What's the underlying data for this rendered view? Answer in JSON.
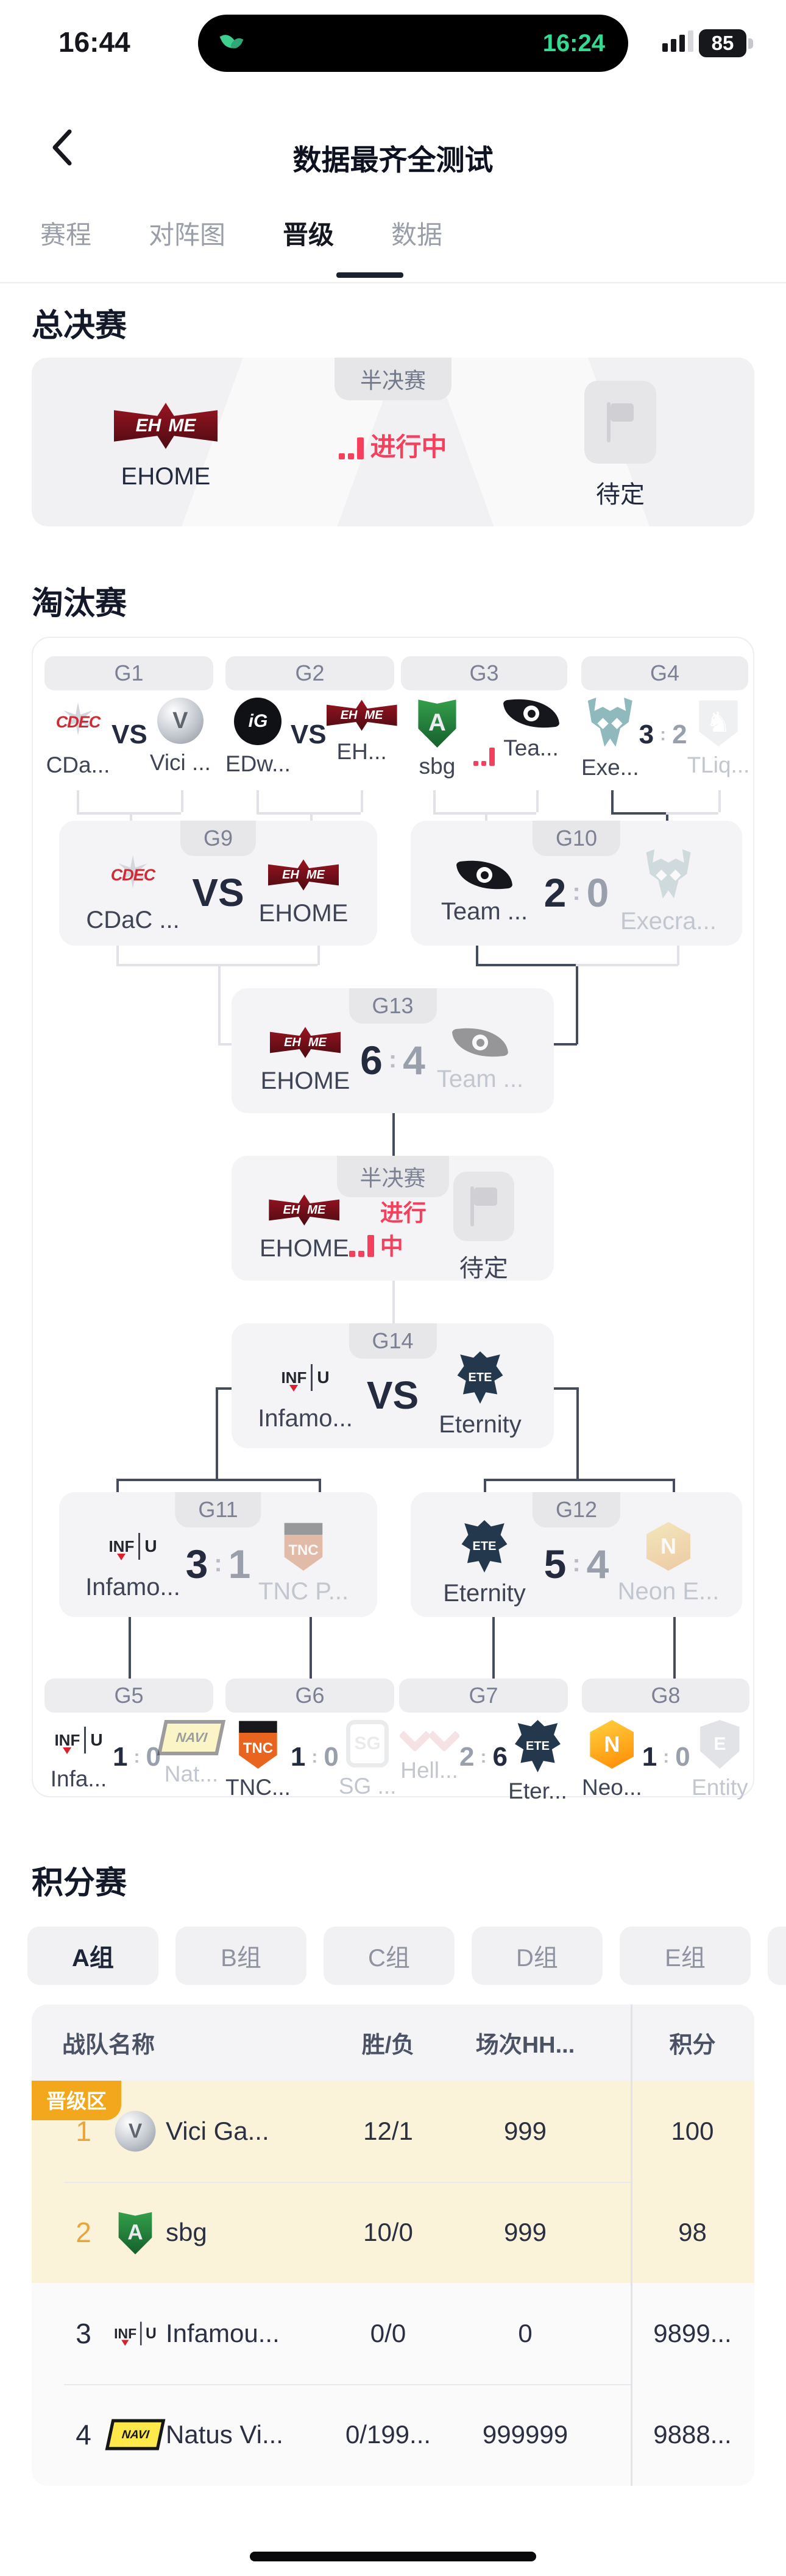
{
  "status_bar": {
    "time": "16:44",
    "island_time": "16:24",
    "battery_percent": "85"
  },
  "nav": {
    "title": "数据最齐全测试"
  },
  "tabs": [
    {
      "label": "赛程",
      "active": false
    },
    {
      "label": "对阵图",
      "active": false
    },
    {
      "label": "晋级",
      "active": true
    },
    {
      "label": "数据",
      "active": false
    }
  ],
  "colors": {
    "live_red": "#f4405c",
    "rank_gold": "#e9a43c",
    "promo_badge_bg": "#f2a71d",
    "promo_row_bg": "#faf3da",
    "winner_line": "#454c5e"
  },
  "finals": {
    "section_title": "总决赛",
    "stage_label": "半决赛",
    "status_text": "进行中",
    "left": {
      "name": "EHOME",
      "logo": "ehome"
    },
    "right": {
      "name": "待定",
      "logo": "tbd"
    }
  },
  "bracket": {
    "section_title": "淘汰赛",
    "matches": {
      "g1": {
        "label": "G1",
        "type": "vs",
        "teams": [
          {
            "name": "CDa...",
            "logo": "cdec"
          },
          {
            "name": "Vici ...",
            "logo": "vg"
          }
        ]
      },
      "g2": {
        "label": "G2",
        "type": "vs",
        "teams": [
          {
            "name": "EDw...",
            "logo": "ig"
          },
          {
            "name": "EH...",
            "logo": "ehome"
          }
        ]
      },
      "g3": {
        "label": "G3",
        "type": "live",
        "teams": [
          {
            "name": "sbg",
            "logo": "alliance"
          },
          {
            "name": "Tea...",
            "logo": "secret"
          }
        ]
      },
      "g4": {
        "label": "G4",
        "type": "score",
        "score": [
          "3",
          "2"
        ],
        "winner": 0,
        "teams": [
          {
            "name": "Exe...",
            "logo": "execration"
          },
          {
            "name": "TLiq...",
            "logo": "liquid",
            "faded": true
          }
        ]
      },
      "g9": {
        "label": "G9",
        "type": "vs",
        "teams": [
          {
            "name": "CDaC ...",
            "logo": "cdec"
          },
          {
            "name": "EHOME",
            "logo": "ehome"
          }
        ]
      },
      "g10": {
        "label": "G10",
        "type": "score",
        "score": [
          "2",
          "0"
        ],
        "winner": 0,
        "teams": [
          {
            "name": "Team ...",
            "logo": "secret"
          },
          {
            "name": "Execra...",
            "logo": "execration",
            "faded": true
          }
        ]
      },
      "g13": {
        "label": "G13",
        "type": "score",
        "score": [
          "6",
          "4"
        ],
        "winner": 0,
        "teams": [
          {
            "name": "EHOME",
            "logo": "ehome"
          },
          {
            "name": "Team ...",
            "logo": "secret",
            "faded": true
          }
        ]
      },
      "semi": {
        "label": "半决赛",
        "type": "live",
        "live_text": "进行中",
        "teams": [
          {
            "name": "EHOME",
            "logo": "ehome"
          },
          {
            "name": "待定",
            "logo": "tbd"
          }
        ]
      },
      "g14": {
        "label": "G14",
        "type": "vs",
        "teams": [
          {
            "name": "Infamo...",
            "logo": "infamous"
          },
          {
            "name": "Eternity",
            "logo": "eternity"
          }
        ]
      },
      "g11": {
        "label": "G11",
        "type": "score",
        "score": [
          "3",
          "1"
        ],
        "winner": 0,
        "teams": [
          {
            "name": "Infamo...",
            "logo": "infamous"
          },
          {
            "name": "TNC P...",
            "logo": "tnc",
            "faded": true
          }
        ]
      },
      "g12": {
        "label": "G12",
        "type": "score",
        "score": [
          "5",
          "4"
        ],
        "winner": 0,
        "teams": [
          {
            "name": "Eternity",
            "logo": "eternity"
          },
          {
            "name": "Neon E...",
            "logo": "neon",
            "faded": true
          }
        ]
      },
      "g5": {
        "label": "G5",
        "type": "score",
        "score": [
          "1",
          "0"
        ],
        "winner": 0,
        "teams": [
          {
            "name": "Infa...",
            "logo": "infamous"
          },
          {
            "name": "Nat...",
            "logo": "navi",
            "faded": true
          }
        ]
      },
      "g6": {
        "label": "G6",
        "type": "score",
        "score": [
          "1",
          "0"
        ],
        "winner": 0,
        "teams": [
          {
            "name": "TNC...",
            "logo": "tnc"
          },
          {
            "name": "SG ...",
            "logo": "sg",
            "faded": true
          }
        ]
      },
      "g7": {
        "label": "G7",
        "type": "score",
        "score": [
          "2",
          "6"
        ],
        "winner": 1,
        "teams": [
          {
            "name": "Hell...",
            "logo": "hellraisers",
            "faded": true
          },
          {
            "name": "Eter...",
            "logo": "eternity"
          }
        ]
      },
      "g8": {
        "label": "G8",
        "type": "score",
        "score": [
          "1",
          "0"
        ],
        "winner": 0,
        "teams": [
          {
            "name": "Neo...",
            "logo": "neon"
          },
          {
            "name": "Entity",
            "logo": "entity",
            "faded": true
          }
        ]
      }
    }
  },
  "standings": {
    "section_title": "积分赛",
    "promo_badge": "晋级区",
    "groups": [
      {
        "label": "A组",
        "active": true
      },
      {
        "label": "B组",
        "active": false
      },
      {
        "label": "C组",
        "active": false
      },
      {
        "label": "D组",
        "active": false
      },
      {
        "label": "E组",
        "active": false
      },
      {
        "label": "",
        "active": false,
        "partial": true
      }
    ],
    "columns": [
      "战队名称",
      "胜/负",
      "场次HH...",
      "积分"
    ],
    "rows": [
      {
        "rank": "1",
        "team": "Vici Ga...",
        "logo": "vg",
        "wl": "12/1",
        "games": "999",
        "points": "100",
        "promo": true
      },
      {
        "rank": "2",
        "team": "sbg",
        "logo": "alliance",
        "wl": "10/0",
        "games": "999",
        "points": "98",
        "promo": true
      },
      {
        "rank": "3",
        "team": "Infamou...",
        "logo": "infamous",
        "wl": "0/0",
        "games": "0",
        "points": "9899...",
        "promo": false
      },
      {
        "rank": "4",
        "team": "Natus Vi...",
        "logo": "navi",
        "wl": "0/199...",
        "games": "999999",
        "points": "9888...",
        "promo": false
      }
    ]
  }
}
